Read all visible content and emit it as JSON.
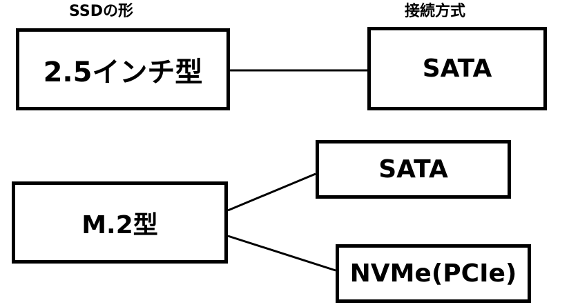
{
  "headings": {
    "ssd_form": "SSDの形",
    "connection_method": "接続方式"
  },
  "boxes": {
    "form_25inch": "2.5インチ型",
    "form_m2": "M.2型",
    "iface_sata_25": "SATA",
    "iface_sata_m2": "SATA",
    "iface_nvme": "NVMe(PCIe)"
  },
  "colors": {
    "line": "#000000",
    "background": "#ffffff"
  }
}
